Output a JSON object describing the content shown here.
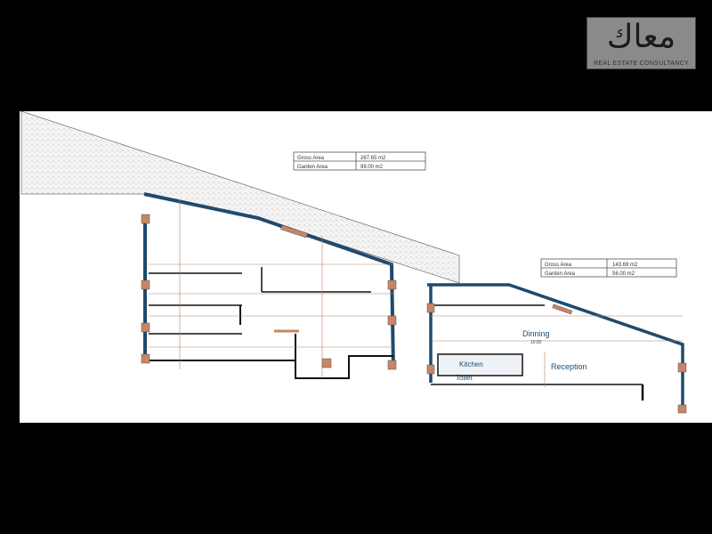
{
  "logo": {
    "arabic": "معاك",
    "tagline": "REAL ESTATE CONSULTANCY"
  },
  "plan_left": {
    "area_table": [
      {
        "label": "Gross Area",
        "value": "267.65 m2"
      },
      {
        "label": "Garden Area",
        "value": "99.00 m2"
      }
    ]
  },
  "plan_right": {
    "area_table": [
      {
        "label": "Gross Area",
        "value": "143.69 m2"
      },
      {
        "label": "Garden Area",
        "value": "56.00 m2"
      }
    ],
    "rooms": {
      "dining": "Dinning",
      "dining_dim": "10.82",
      "reception": "Reception",
      "kitchen": "Kitchen",
      "toilet": "Toilet"
    }
  },
  "colors": {
    "wall": "#1f4a6e",
    "column": "#c98566",
    "dimension": "#b08060",
    "background": "#000000"
  }
}
